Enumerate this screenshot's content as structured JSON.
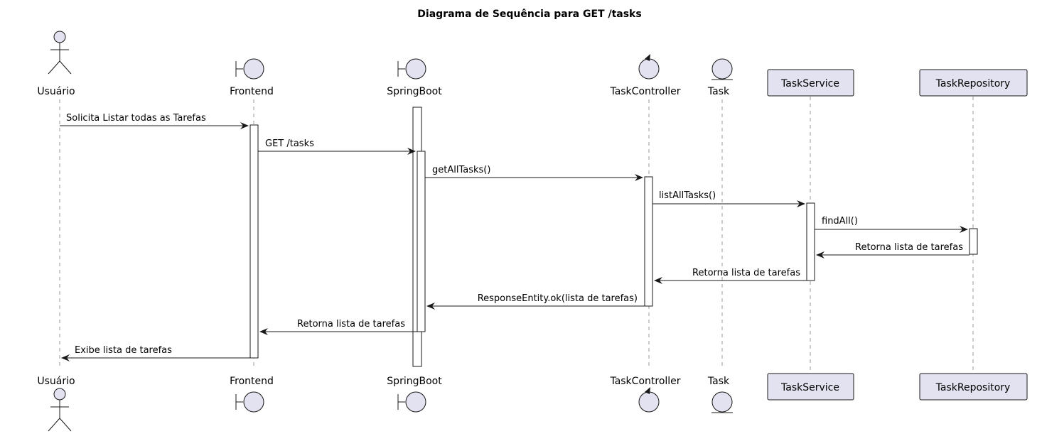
{
  "title": "Diagrama de Sequência para GET /tasks",
  "participants": {
    "usuario": "Usuário",
    "frontend": "Frontend",
    "springboot": "SpringBoot",
    "taskcontroller": "TaskController",
    "task": "Task",
    "taskservice": "TaskService",
    "taskrepository": "TaskRepository"
  },
  "participant_kinds": {
    "usuario": "actor",
    "frontend": "boundary",
    "springboot": "boundary",
    "taskcontroller": "control",
    "task": "entity",
    "taskservice": "participant",
    "taskrepository": "participant"
  },
  "messages": [
    {
      "from": "Usuário",
      "to": "Frontend",
      "label": "Solicita Listar todas as Tarefas"
    },
    {
      "from": "Frontend",
      "to": "SpringBoot",
      "label": "GET /tasks"
    },
    {
      "from": "SpringBoot",
      "to": "TaskController",
      "label": "getAllTasks()"
    },
    {
      "from": "TaskController",
      "to": "TaskService",
      "label": "listAllTasks()"
    },
    {
      "from": "TaskService",
      "to": "TaskRepository",
      "label": "findAll()"
    },
    {
      "from": "TaskRepository",
      "to": "TaskService",
      "label": "Retorna lista de tarefas"
    },
    {
      "from": "TaskService",
      "to": "TaskController",
      "label": "Retorna lista de tarefas"
    },
    {
      "from": "TaskController",
      "to": "SpringBoot",
      "label": "ResponseEntity.ok(lista de tarefas)"
    },
    {
      "from": "SpringBoot",
      "to": "Frontend",
      "label": "Retorna lista de tarefas"
    },
    {
      "from": "Frontend",
      "to": "Usuário",
      "label": "Exibe lista de tarefas"
    }
  ]
}
